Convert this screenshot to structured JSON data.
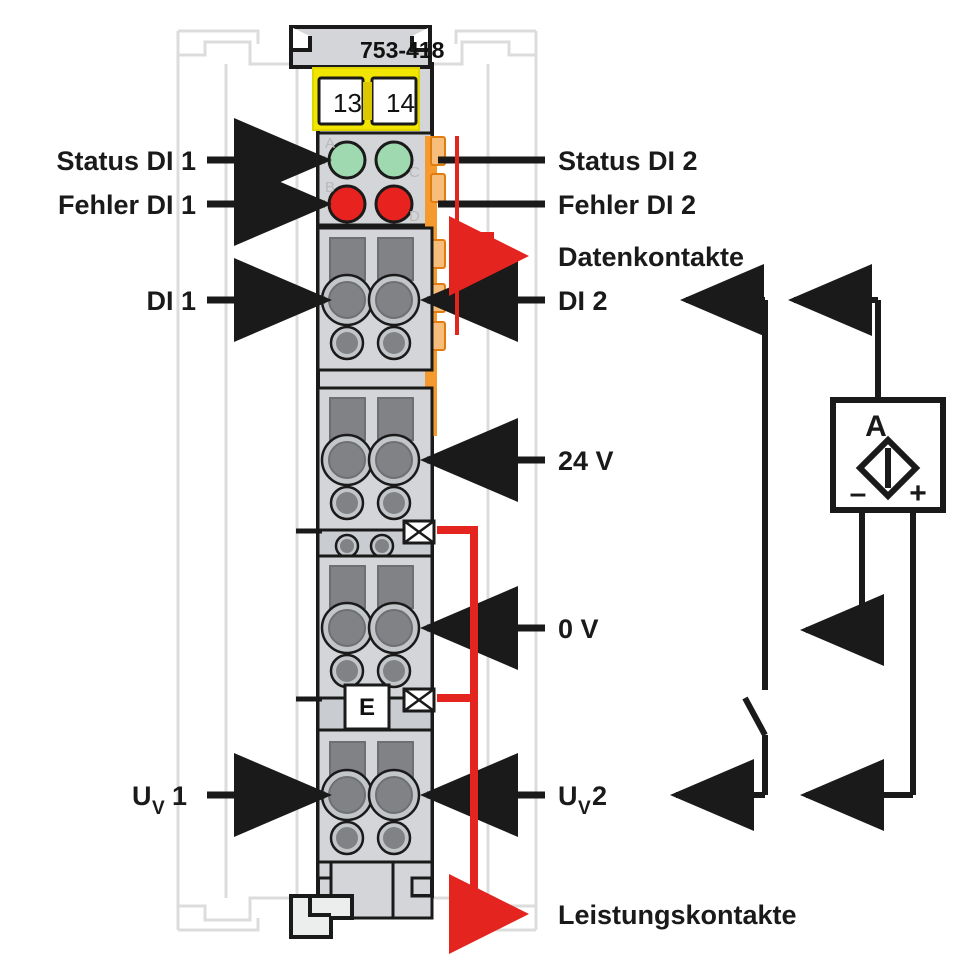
{
  "diagram": {
    "module_number": "753-418",
    "terminal_numbers": [
      "13",
      "14"
    ],
    "marker_label": "E",
    "led_letters": [
      "A",
      "B",
      "C",
      "D"
    ],
    "colors": {
      "led_status": "#9fd9b0",
      "led_error": "#e8231f",
      "data_contact": "#f59a2e",
      "terminal_block": "#f2e500",
      "power_contact_line": "#e3241f",
      "module_body": "#d3d5d8",
      "module_body_dark": "#c3c6c9",
      "clamp_fill": "#808285",
      "outline": "#1a1a1a",
      "neighbor_outline": "#dcdcdc"
    }
  },
  "labels": {
    "left": [
      {
        "id": "status-di-1",
        "text": "Status DI 1"
      },
      {
        "id": "fehler-di-1",
        "text": "Fehler DI 1"
      },
      {
        "id": "di-1",
        "text": "DI 1"
      },
      {
        "id": "uv-1-main",
        "text": "U",
        "sub": "V",
        "suffix": " 1"
      }
    ],
    "right": [
      {
        "id": "status-di-2",
        "text": "Status DI 2"
      },
      {
        "id": "fehler-di-2",
        "text": "Fehler DI 2"
      },
      {
        "id": "datenkontakte",
        "text": "Datenkontakte"
      },
      {
        "id": "di-2",
        "text": "DI 2"
      },
      {
        "id": "volt-24",
        "text": "24 V"
      },
      {
        "id": "volt-0",
        "text": "0 V"
      },
      {
        "id": "uv-2-main",
        "text": "U",
        "sub": "V",
        "suffix": "2"
      },
      {
        "id": "leistungskontakte",
        "text": "Leistungskontakte"
      }
    ]
  },
  "label_text": {
    "status_di_1": "Status DI 1",
    "fehler_di_1": "Fehler DI 1",
    "di_1": "DI 1",
    "uv_1_base": "U",
    "uv_1_sub": "V",
    "uv_1_suffix": "1",
    "status_di_2": "Status DI 2",
    "fehler_di_2": "Fehler DI 2",
    "datenkontakte": "Datenkontakte",
    "di_2": "DI 2",
    "volt_24": "24 V",
    "volt_0": "0 V",
    "uv_2_base": "U",
    "uv_2_sub": "V",
    "uv_2_suffix": "2",
    "leistungskontakte": "Leistungskontakte"
  },
  "sensor": {
    "name": "A",
    "minus": "–",
    "plus": "+"
  }
}
